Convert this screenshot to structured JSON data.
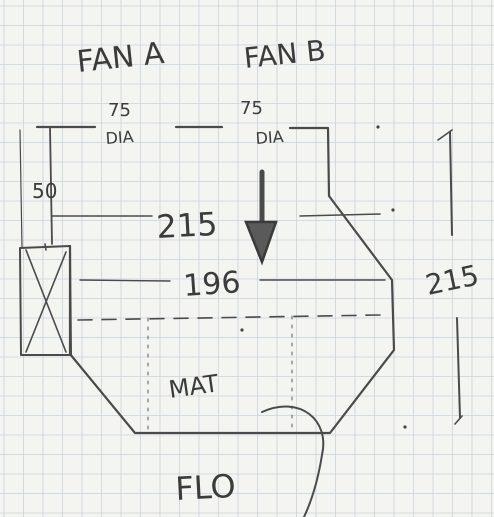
{
  "sketch": {
    "labels": {
      "fan_a": "FAN A",
      "fan_b": "FAN B",
      "fan_a_size": "75",
      "fan_a_type": "DIA",
      "fan_b_size": "75",
      "fan_b_type": "DIA",
      "left_height": "50",
      "top_width": "215",
      "mid_width": "196",
      "total_height": "215",
      "center_label": "MAT",
      "bottom_label": "FLO"
    },
    "colors": {
      "paper": "#f4f4f1",
      "grid": "#c9d3dc",
      "pencil": "#4a4a4a"
    }
  }
}
